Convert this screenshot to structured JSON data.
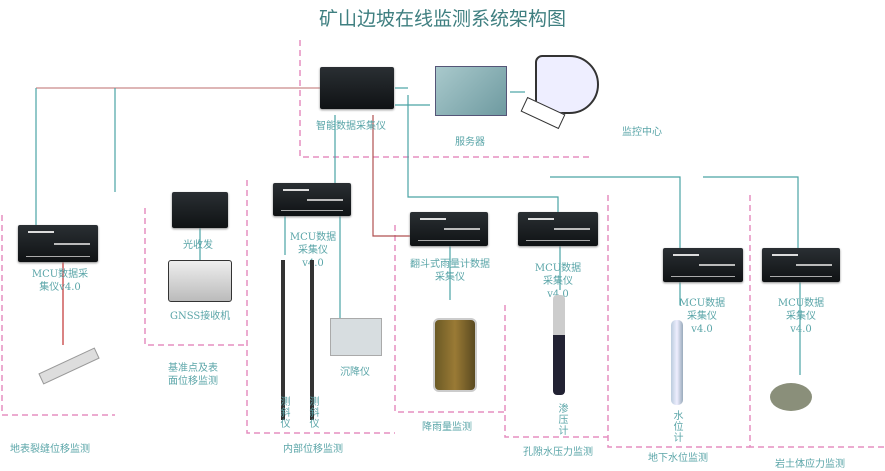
{
  "title": "矿山边坡在线监测系统架构图",
  "center": {
    "gateway": "智能数据采集仪",
    "server": "服务器",
    "monitor_center": "监控中心"
  },
  "groups": {
    "surface_crack": {
      "collector": "MCU数据采集仪v4.0",
      "label": "地表裂缝位移监测"
    },
    "gnss": {
      "converter": "光收发",
      "receiver": "GNSS接收机",
      "label": "基准点及表面位移监测"
    },
    "internal": {
      "collector": "MCU数据采集仪v4.0",
      "inclinometer1": "测斜仪",
      "inclinometer2": "测斜仪",
      "settlement": "沉降仪",
      "label": "内部位移监测"
    },
    "rain": {
      "collector": "翻斗式雨量计数据采集仪",
      "label": "降雨量监测"
    },
    "pore": {
      "collector": "MCU数据采集仪v4.0",
      "sensor": "渗压计",
      "label": "孔隙水压力监测"
    },
    "groundwater": {
      "collector": "MCU数据采集仪v4.0",
      "sensor": "水位计",
      "label": "地下水位监测"
    },
    "stress": {
      "collector": "MCU数据采集仪v4.0",
      "label": "岩土体应力监测"
    }
  },
  "colors": {
    "line": "#4aa3a5",
    "dash": "#e58fc0",
    "red": "#c0392b"
  }
}
